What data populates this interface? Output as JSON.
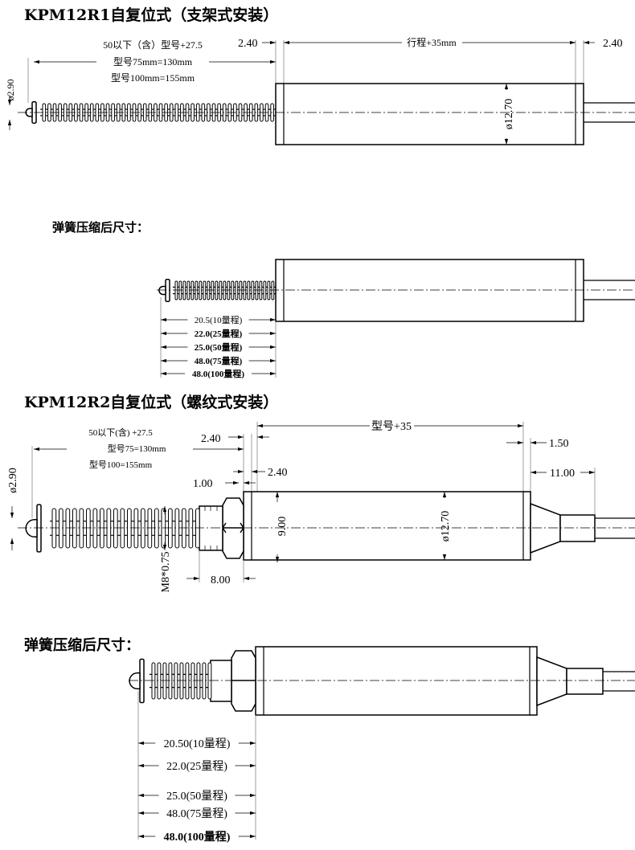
{
  "section1": {
    "title": "KPM12R1自复位式（支架式安装）",
    "dim_len_1": "50以下（含）型号+27.5",
    "dim_len_2": "型号75mm=130mm",
    "dim_len_3": "型号100mm=155mm",
    "dim_left_gap": "2.40",
    "dim_stroke": "行程+35mm",
    "dim_right_gap": "2.40",
    "dim_tip_dia": "ø2.90",
    "dim_body_dia": "ø12.70"
  },
  "section2": {
    "heading": "弹簧压缩后尺寸：",
    "dims": [
      "20.5(10量程)",
      "22.0(25量程)",
      "25.0(50量程)",
      "48.0(75量程)",
      "48.0(100量程)"
    ]
  },
  "section3": {
    "title": "KPM12R2自复位式（螺纹式安装）",
    "dim_len_1": "50以下(含) +27.5",
    "dim_len_2": "型号75=130mm",
    "dim_len_3": "型号100=155mm",
    "dim_gap_a": "2.40",
    "dim_body": "型号+35",
    "dim_end": "1.50",
    "dim_gap_b": "2.40",
    "dim_tail": "11.00",
    "dim_flange": "1.00",
    "dim_tip_dia": "ø2.90",
    "dim_nut_dia": "9.00",
    "dim_body_dia": "ø12.70",
    "dim_thread": "M8*0.75",
    "dim_thread_len": "8.00"
  },
  "section4": {
    "heading": "弹簧压缩后尺寸：",
    "dims": [
      "20.50(10量程)",
      "22.0(25量程)",
      "25.0(50量程)",
      "48.0(75量程)",
      "48.0(100量程)"
    ]
  }
}
